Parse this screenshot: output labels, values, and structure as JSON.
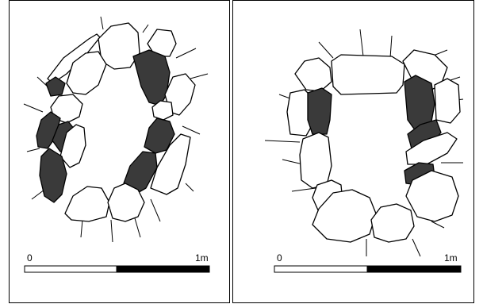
{
  "colors": {
    "background": "#ffffff",
    "stroke": "#000000",
    "stone_light": "#ffffff",
    "stone_dark": "#3a3a3a",
    "scale_light": "#ffffff",
    "scale_dark": "#000000"
  },
  "plans": [
    {
      "scale": {
        "start_label": "0",
        "end_label": "1m"
      }
    },
    {
      "scale": {
        "start_label": "0",
        "end_label": "1m"
      }
    }
  ]
}
